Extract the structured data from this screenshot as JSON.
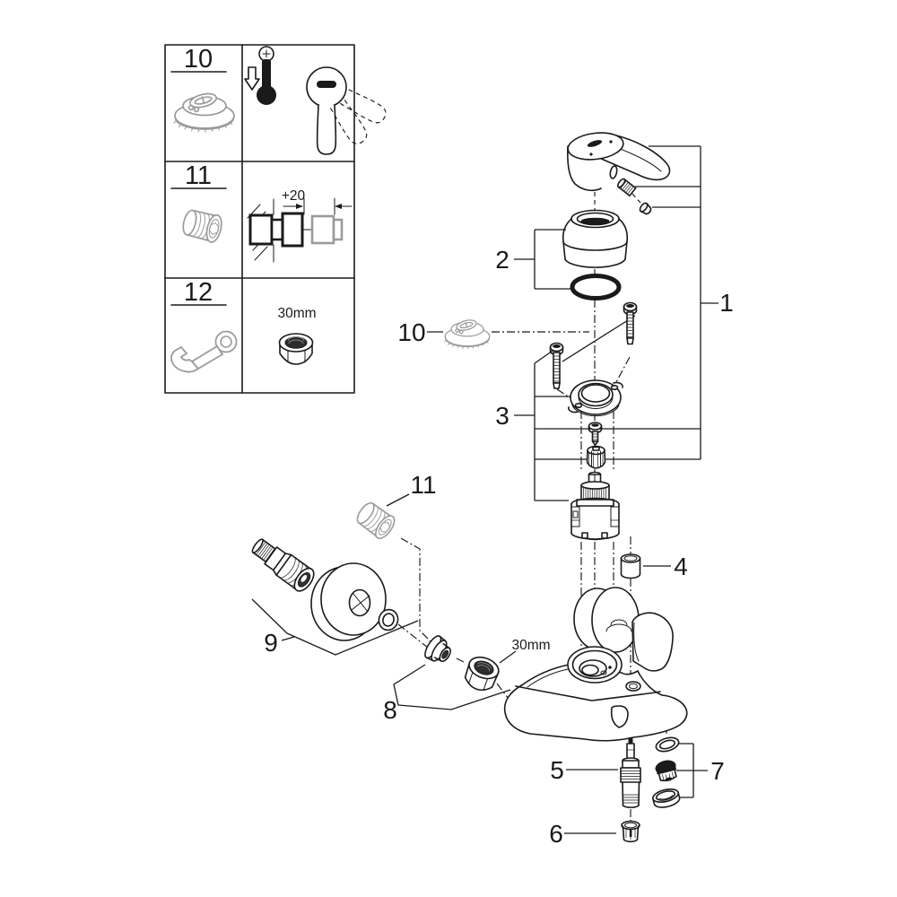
{
  "colors": {
    "line": "#1a1a1a",
    "muted_gray": "#9b9b9b",
    "background": "#ffffff"
  },
  "legend": {
    "rows": [
      {
        "number": "10",
        "part_icon": "aerator-mousseur-icon",
        "note_icons": [
          "thermometer-plus-icon",
          "down-arrow-icon",
          "lever-swing-icon"
        ]
      },
      {
        "number": "11",
        "part_icon": "extension-adapter-icon",
        "dimension_label": "+20",
        "note_icons": [
          "wall-hatch-icon",
          "extension-fitting-icon"
        ]
      },
      {
        "number": "12",
        "part_icon": "open-end-wrench-icon",
        "size_label": "30mm",
        "note_icons": [
          "hex-nut-icon"
        ]
      }
    ]
  },
  "callouts": {
    "1": "1",
    "2": "2",
    "3": "3",
    "4": "4",
    "5": "5",
    "6": "6",
    "7": "7",
    "8": "8",
    "9": "9",
    "10": "10",
    "11": "11"
  },
  "annotations": {
    "nut_size": "30mm"
  }
}
